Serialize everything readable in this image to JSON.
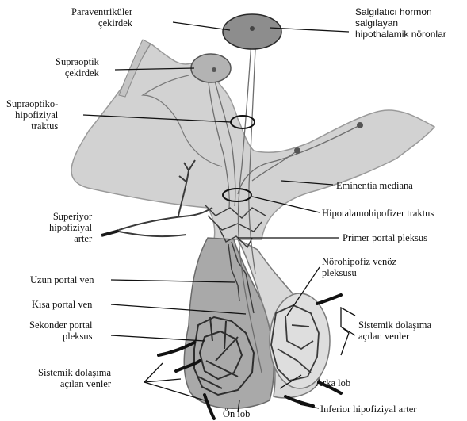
{
  "labels": {
    "paraventricular": [
      "Paraventriküler",
      "çekirdek"
    ],
    "hormone_neurons": [
      "Salgılatıcı hormon",
      "salgılayan",
      "hipothalamik nöronlar"
    ],
    "supraoptic": [
      "Supraoptik",
      "çekirdek"
    ],
    "supraoptic_tract": [
      "Supraoptiko-",
      "hipofiziyal",
      "traktus"
    ],
    "eminentia": "Eminentia mediana",
    "hypothalamo_tract": "Hipotalamohipofizer traktus",
    "superior_artery": [
      "Superiyor",
      "hipofiziyal",
      "arter"
    ],
    "primary_plexus": "Primer portal pleksus",
    "long_portal": "Uzun portal ven",
    "neuro_venous": [
      "Nörohipofiz venöz",
      "pleksusu"
    ],
    "short_portal": "Kısa portal ven",
    "secondary_plexus": [
      "Sekonder portal",
      "pleksus"
    ],
    "systemic_right": [
      "Sistemik dolaşıma",
      "açılan venler"
    ],
    "systemic_left": [
      "Sistemik dolaşıma",
      "açılan venler"
    ],
    "posterior_lobe": "Arka lob",
    "inferior_artery": "Inferior hipofiziyal arter",
    "anterior_lobe": "Ön lob"
  },
  "colors": {
    "tissue": "#d2d2d2",
    "tissue_dark": "#a9a9a9",
    "nucleus": "#8d8d8d",
    "vessel": "#3a3a3a",
    "line": "#111111"
  }
}
